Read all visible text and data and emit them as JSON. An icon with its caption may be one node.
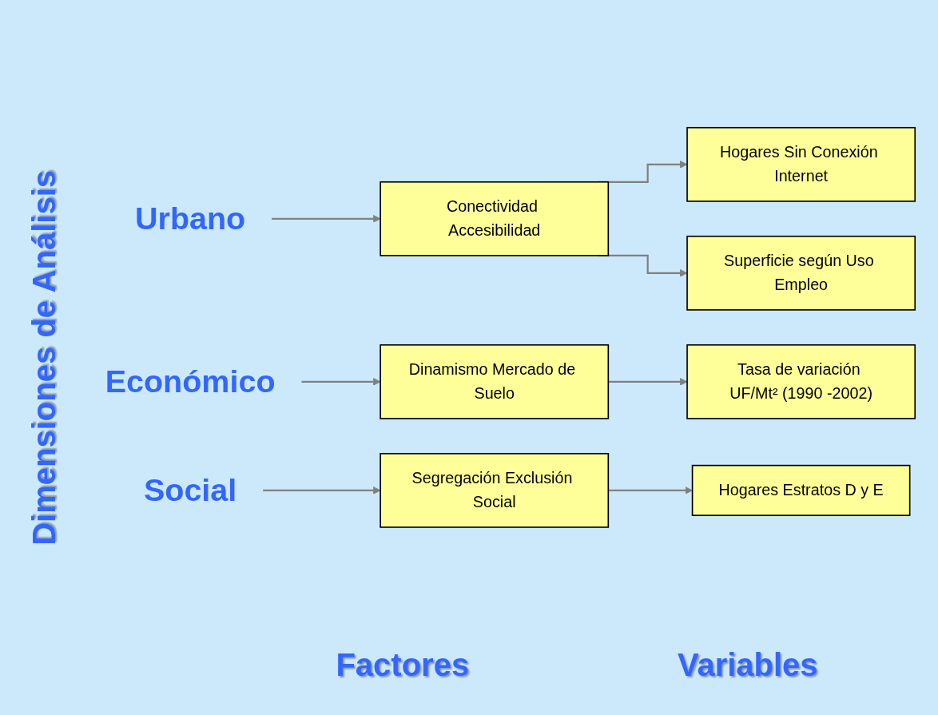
{
  "diagram": {
    "nodes": [
      {
        "text": [
          "Urbano"
        ]
      },
      {
        "text": [
          "Conectividad Accesibilidad"
        ]
      },
      {
        "text": [
          "Hogares Sin Conexión Internet"
        ]
      },
      {
        "text": [
          "Superficie según Uso Empleo"
        ]
      },
      {
        "text": [
          "Económico"
        ]
      },
      {
        "text": [
          "Dinamismo Mercado de Suelo"
        ]
      },
      {
        "text": [
          "Tasa de variación UF/Mt² (1990 -2002)"
        ]
      },
      {
        "text": [
          "Social"
        ]
      },
      {
        "text": [
          "Segregación Exclusión Social"
        ]
      },
      {
        "text": [
          "Hogares Estratos D y E"
        ]
      }
    ],
    "edges": [
      {
        "from": 0,
        "to": 1,
        "arrow": "to"
      },
      {
        "from": 1,
        "to": 2,
        "arrow": "to"
      },
      {
        "from": 1,
        "to": 3,
        "arrow": "to"
      },
      {
        "from": 4,
        "to": 5,
        "arrow": "to"
      },
      {
        "from": 5,
        "to": 6,
        "arrow": "to"
      },
      {
        "from": 7,
        "to": 8,
        "arrow": "to"
      },
      {
        "from": 8,
        "to": 9,
        "arrow": "to"
      }
    ],
    "labels": [
      "Dimensiones de Análisis",
      "Factores",
      "Variables"
    ]
  }
}
